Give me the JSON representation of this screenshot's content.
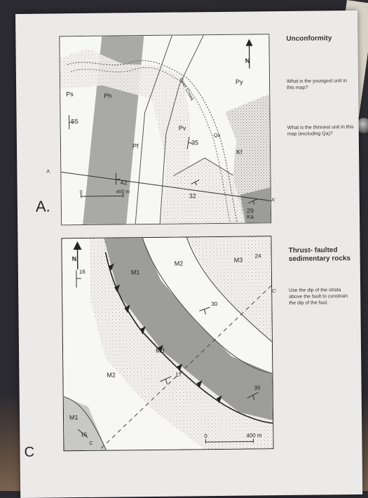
{
  "section_a": {
    "letter": "A.",
    "heading": "Unconformity",
    "question_1": "What is the youngest unit in this map?",
    "question_2": "What is the thinnest unit in this map (excluding Qa)?",
    "map_labels": {
      "ps": "Ps",
      "ph": "Ph",
      "pf": "Pf",
      "pv": "Pv",
      "py": "Py",
      "qa": "Qa",
      "kf": "Kf",
      "ka": "Ka",
      "creek": "Deer Creek",
      "dip_55": "55",
      "dip_42": "42",
      "dip_35": "35",
      "dip_32": "32",
      "dip_29": "29",
      "section_a": "A",
      "section_a_prime": "A'",
      "scale_0": "0",
      "scale_400": "400 m",
      "north": "N"
    }
  },
  "section_c": {
    "letter": "C",
    "heading": "Thrust- faulted sedimentary rocks",
    "instruction": "Use the dip of the strata above the fault to constrain the dip of the faul.",
    "map_labels": {
      "m1_top": "M1",
      "m2_top": "M2",
      "m3_top": "M3",
      "m3_mid": "M3",
      "m2_left": "M2",
      "m1_bottom": "M1",
      "dip_16": "16",
      "dip_24": "24",
      "dip_30": "30",
      "dip_17": "17",
      "dip_35": "35",
      "dip_15": "15",
      "section_c": "C",
      "section_c_prime": "C'",
      "scale_0": "0",
      "scale_400": "400 m",
      "north": "N"
    }
  }
}
